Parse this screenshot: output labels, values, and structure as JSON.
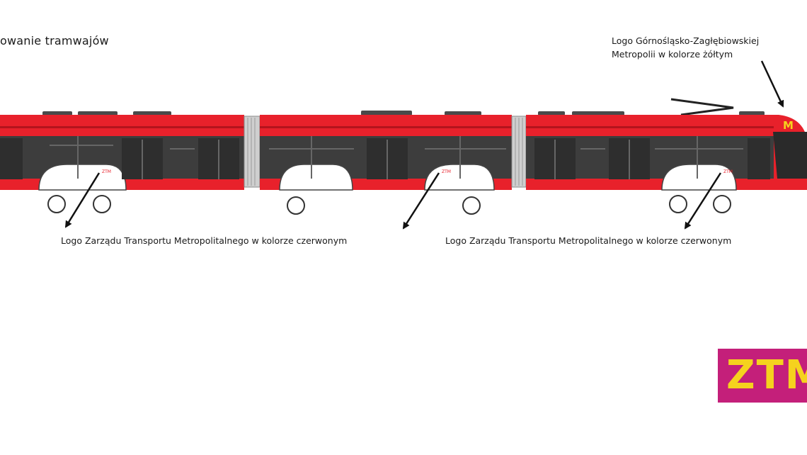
{
  "title": "owanie tramwajów",
  "callouts": {
    "gzm_logo_line1": "Logo Górnośląsko-Zagłębiowskiej",
    "gzm_logo_line2": "Metropolii w kolorze żółtym",
    "ztm_logo_left": "Logo Zarządu Transportu Metropolitalnego w kolorze czerwonym",
    "ztm_logo_right": "Logo Zarządu Transportu Metropolitalnego w kolorze czerwonym"
  },
  "badges": {
    "cab_logo": "M",
    "side_logo": "ZTM"
  },
  "corner_logo": {
    "text": "ZTM"
  },
  "colors": {
    "tram_red": "#e8212b",
    "tram_dark": "#3d3d3d",
    "gzm_yellow": "#f5d21e",
    "ztm_magenta": "#c41f7a"
  }
}
